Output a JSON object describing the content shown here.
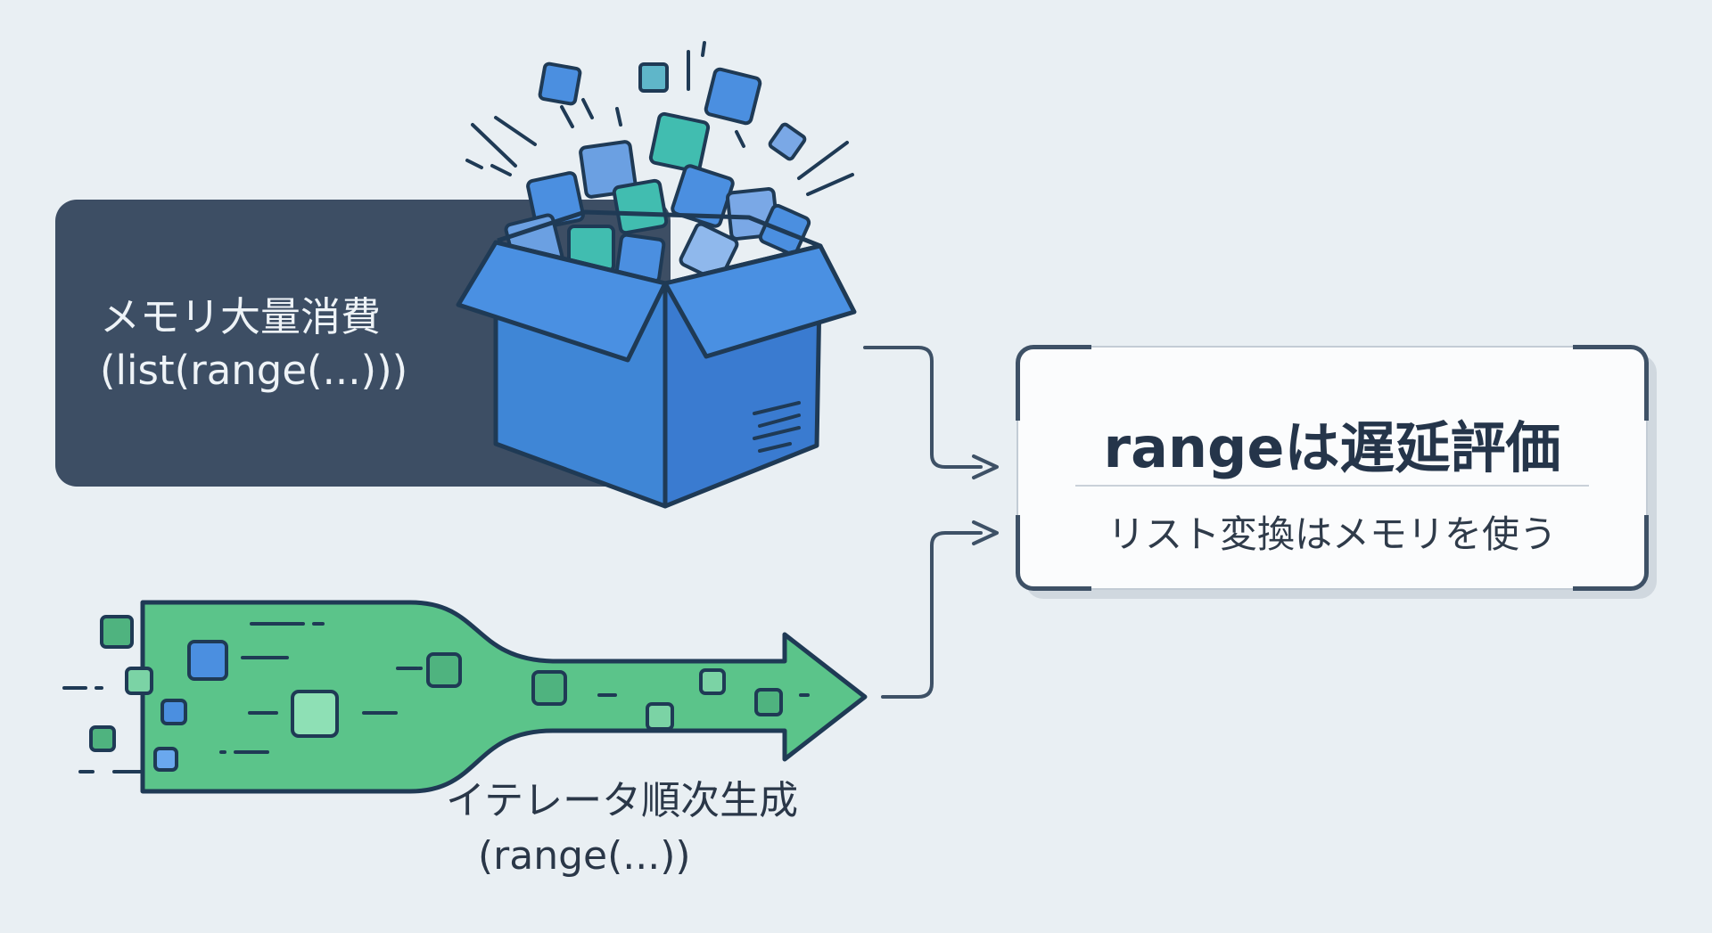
{
  "list_panel": {
    "label_line1": "メモリ大量消費",
    "label_line2": "(list(range(...)))"
  },
  "iterator": {
    "label_line1": "イテレータ順次生成",
    "label_line2": "(range(...))"
  },
  "result": {
    "title": "rangeは遅延評価",
    "subtitle": "リスト変換はメモリを使う"
  },
  "colors": {
    "background": "#e9eff3",
    "panel_dark": "#3d4e64",
    "box_blue": "#3f86d6",
    "stream_green": "#5bc48a",
    "outline": "#243a5e",
    "connector": "#3e5166"
  },
  "icons": [
    "box-icon",
    "data-cubes-icon",
    "stream-arrow-icon"
  ]
}
